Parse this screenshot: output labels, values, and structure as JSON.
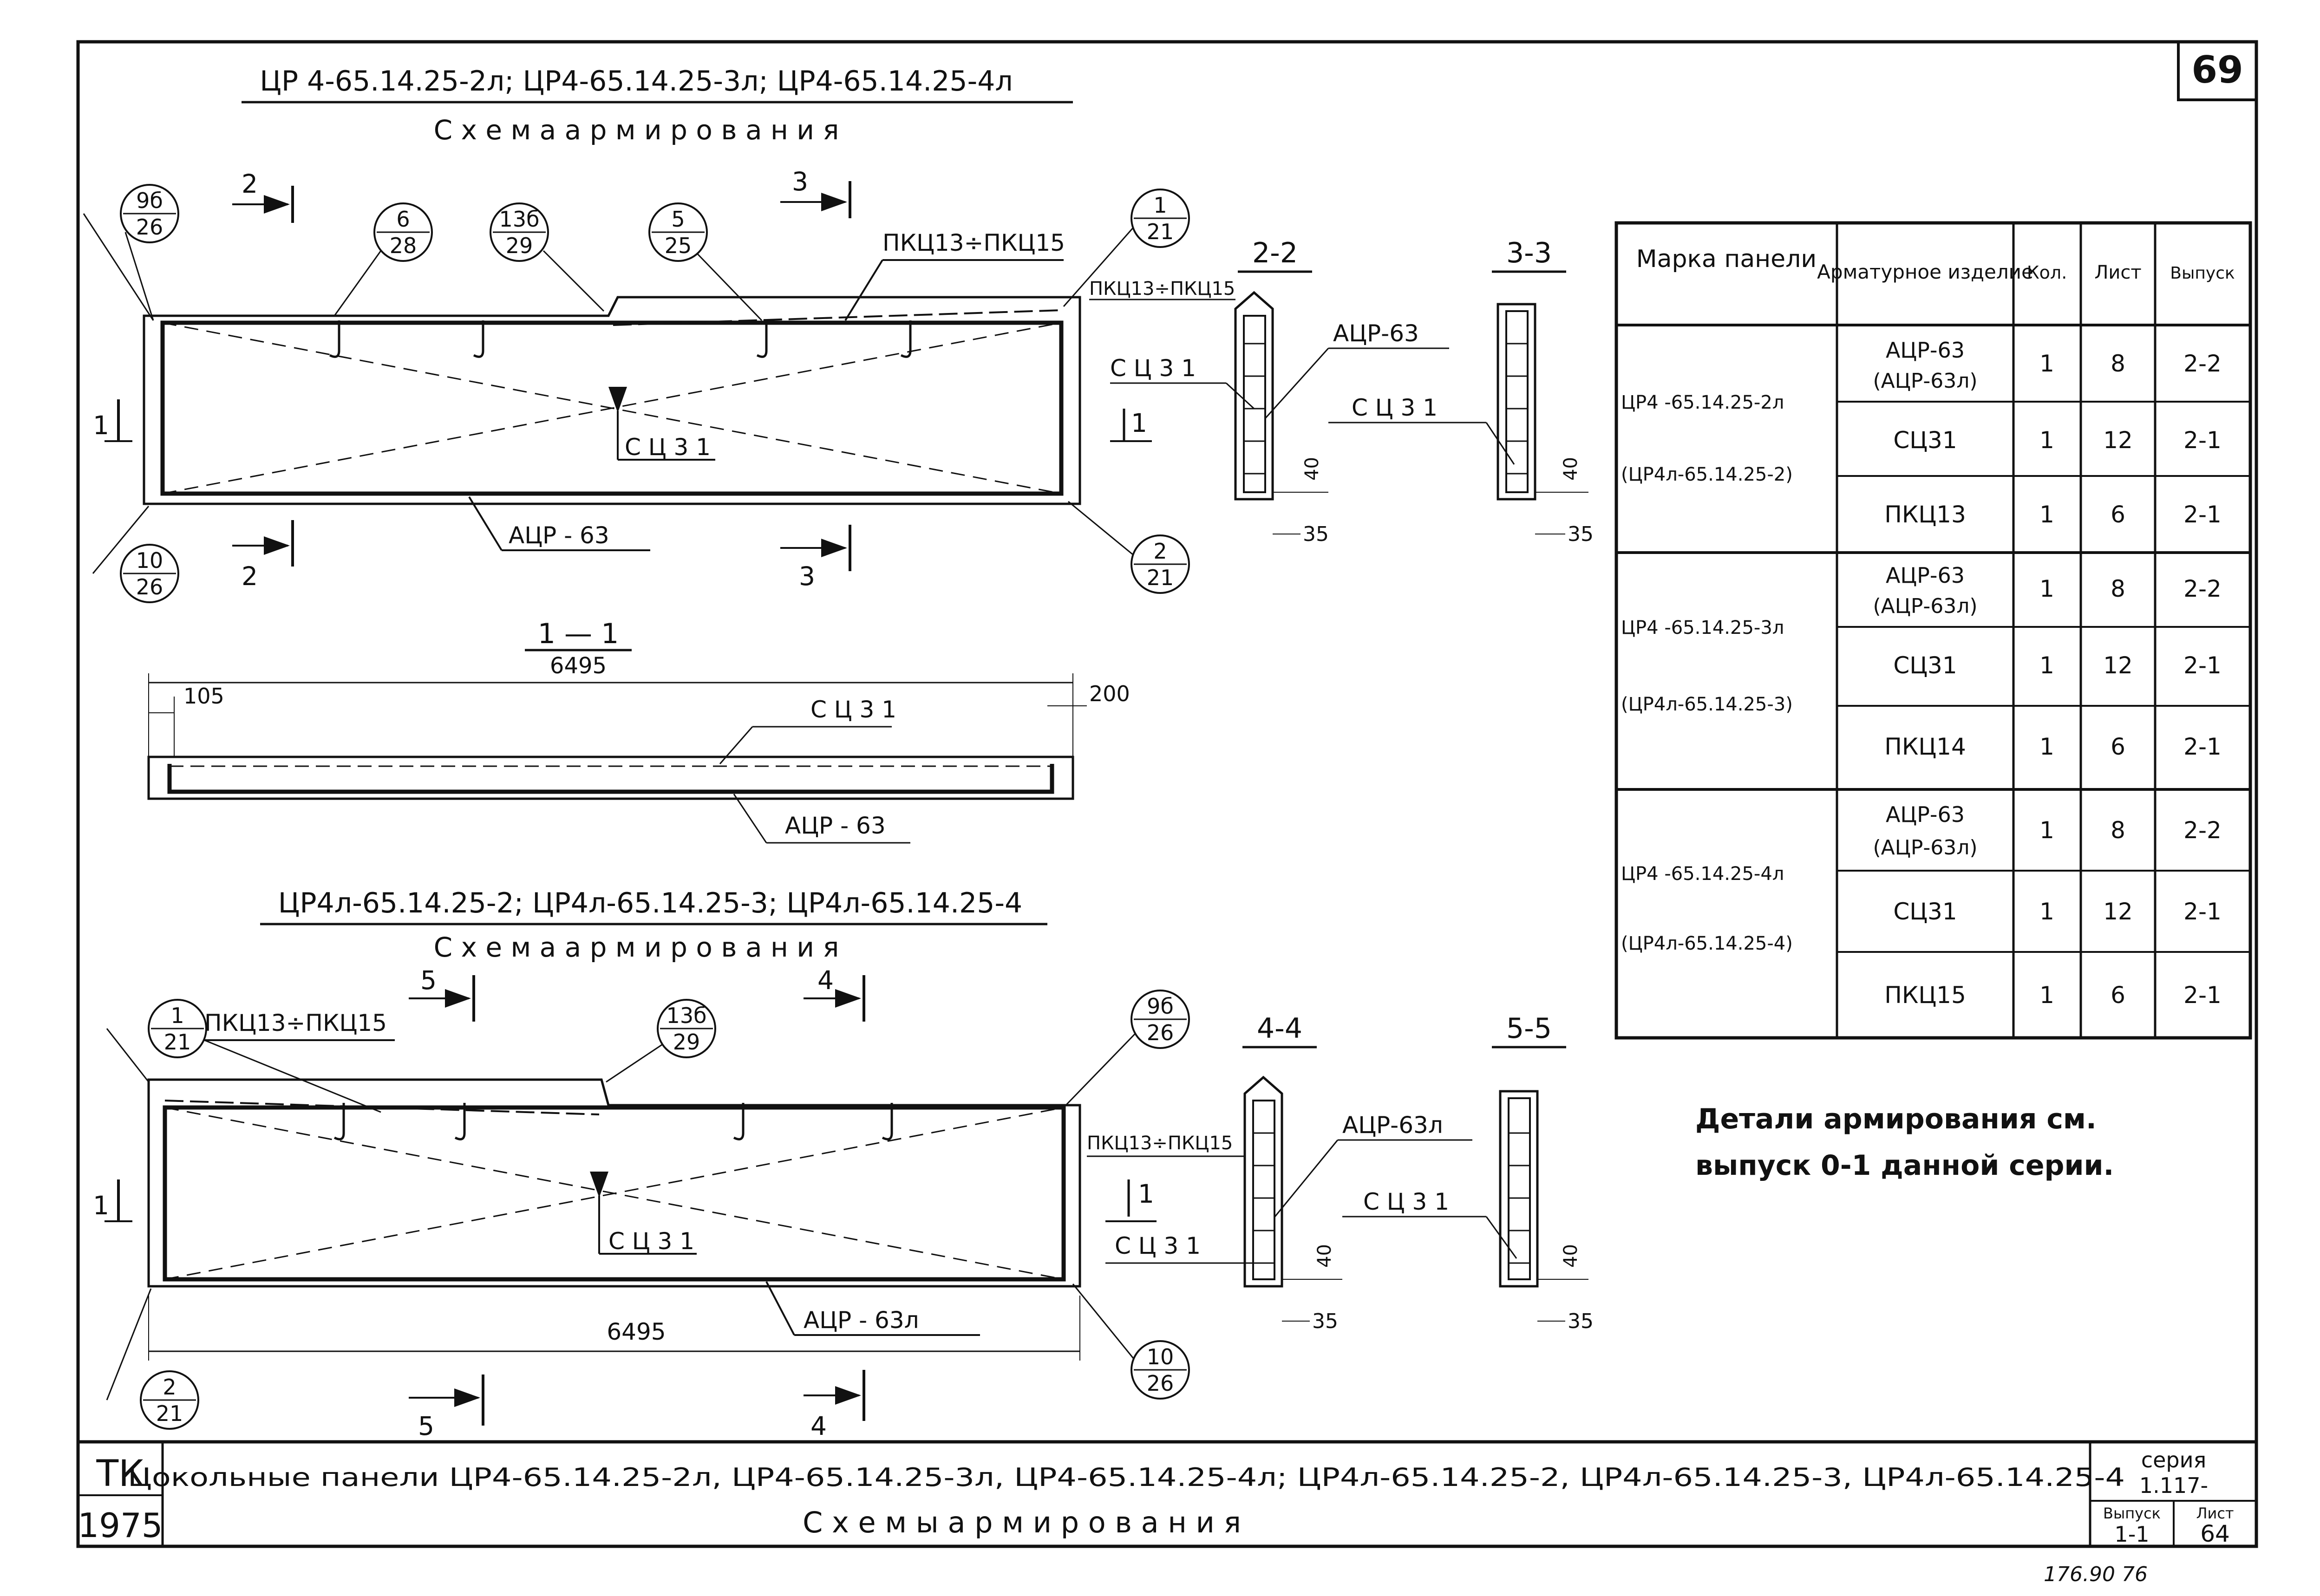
{
  "sheet": {
    "page_number": "69",
    "top_title": "ЦР 4-65.14.25-2л; ЦР4-65.14.25-3л; ЦР4-65.14.25-4л",
    "top_subtitle": "С х е м а   а р м и р о в а н и я",
    "bottom_title": "ЦР4л-65.14.25-2; ЦР4л-65.14.25-3; ЦР4л-65.14.25-4",
    "bottom_subtitle": "С х е м а   а р м и р о в а н и я",
    "section_1_1": "1 — 1",
    "dimension_6495": "6495",
    "note_line1": "Детали армирования см.",
    "note_line2": "выпуск 0-1 данной серии.",
    "bottom_stamp": "176.90   76"
  },
  "callouts_top": [
    {
      "top": "9б",
      "bottom": "26"
    },
    {
      "top": "6",
      "bottom": "28"
    },
    {
      "top": "13б",
      "bottom": "29"
    },
    {
      "top": "5",
      "bottom": "25"
    },
    {
      "top": "1",
      "bottom": "21"
    },
    {
      "top": "10",
      "bottom": "26"
    },
    {
      "top": "2",
      "bottom": "21"
    }
  ],
  "callouts_bottom": [
    {
      "top": "1",
      "bottom": "21"
    },
    {
      "top": "13б",
      "bottom": "29"
    },
    {
      "top": "9б",
      "bottom": "26"
    },
    {
      "top": "2",
      "bottom": "21"
    },
    {
      "top": "10",
      "bottom": "26"
    }
  ],
  "labels": {
    "pkc_range": "ПКЦ13÷ПКЦ15",
    "sc31": "СЦ31",
    "sc31_spaced": "С Ц 3 1",
    "acr63": "АЦР - 63",
    "acr63l": "АЦР - 63л",
    "acr63_compact": "АЦР-63",
    "acr63l_compact": "АЦР-63л",
    "dim_105": "105",
    "dim_200": "200",
    "dim_40": "40",
    "dim_35": "35",
    "sec_2_2": "2-2",
    "sec_3_3": "3-3",
    "sec_4_4": "4-4",
    "sec_5_5": "5-5",
    "cut_1": "1",
    "cut_2": "2",
    "cut_3": "3",
    "cut_4": "4",
    "cut_5": "5"
  },
  "table": {
    "headers": [
      "Марка панели",
      "Арматурное изделие",
      "Кол.",
      "Лист",
      "Выпуск"
    ],
    "groups": [
      {
        "mark": "ЦР4 -65.14.25-2л",
        "mark_alt": "(ЦР4л-65.14.25-2)",
        "rows": [
          {
            "item": "АЦР-63",
            "item_alt": "(АЦР-63л)",
            "qty": "1",
            "sheet": "8",
            "issue": "2-2"
          },
          {
            "item": "СЦ31",
            "item_alt": "",
            "qty": "1",
            "sheet": "12",
            "issue": "2-1"
          },
          {
            "item": "ПКЦ13",
            "item_alt": "",
            "qty": "1",
            "sheet": "6",
            "issue": "2-1"
          }
        ]
      },
      {
        "mark": "ЦР4 -65.14.25-3л",
        "mark_alt": "(ЦР4л-65.14.25-3)",
        "rows": [
          {
            "item": "АЦР-63",
            "item_alt": "(АЦР-63л)",
            "qty": "1",
            "sheet": "8",
            "issue": "2-2"
          },
          {
            "item": "СЦ31",
            "item_alt": "",
            "qty": "1",
            "sheet": "12",
            "issue": "2-1"
          },
          {
            "item": "ПКЦ14",
            "item_alt": "",
            "qty": "1",
            "sheet": "6",
            "issue": "2-1"
          }
        ]
      },
      {
        "mark": "ЦР4 -65.14.25-4л",
        "mark_alt": "(ЦР4л-65.14.25-4)",
        "rows": [
          {
            "item": "АЦР-63",
            "item_alt": "(АЦР-63л)",
            "qty": "1",
            "sheet": "8",
            "issue": "2-2"
          },
          {
            "item": "СЦ31",
            "item_alt": "",
            "qty": "1",
            "sheet": "12",
            "issue": "2-1"
          },
          {
            "item": "ПКЦ15",
            "item_alt": "",
            "qty": "1",
            "sheet": "6",
            "issue": "2-1"
          }
        ]
      }
    ]
  },
  "title_block": {
    "org_line1": "ТК",
    "org_line2": "1975",
    "title_line1": "Цокольные панели ЦР4-65.14.25-2л, ЦР4-65.14.25-3л, ЦР4-65.14.25-4л; ЦР4л-65.14.25-2, ЦР4л-65.14.25-3, ЦР4л-65.14.25-4",
    "title_line2": "С х е м ы   а р м и р о в а н и я",
    "series_label": "серия",
    "series_value": "1.117-",
    "issue_label": "Выпуск",
    "issue_value": "1-1",
    "sheet_label": "Лист",
    "sheet_value": "64"
  }
}
